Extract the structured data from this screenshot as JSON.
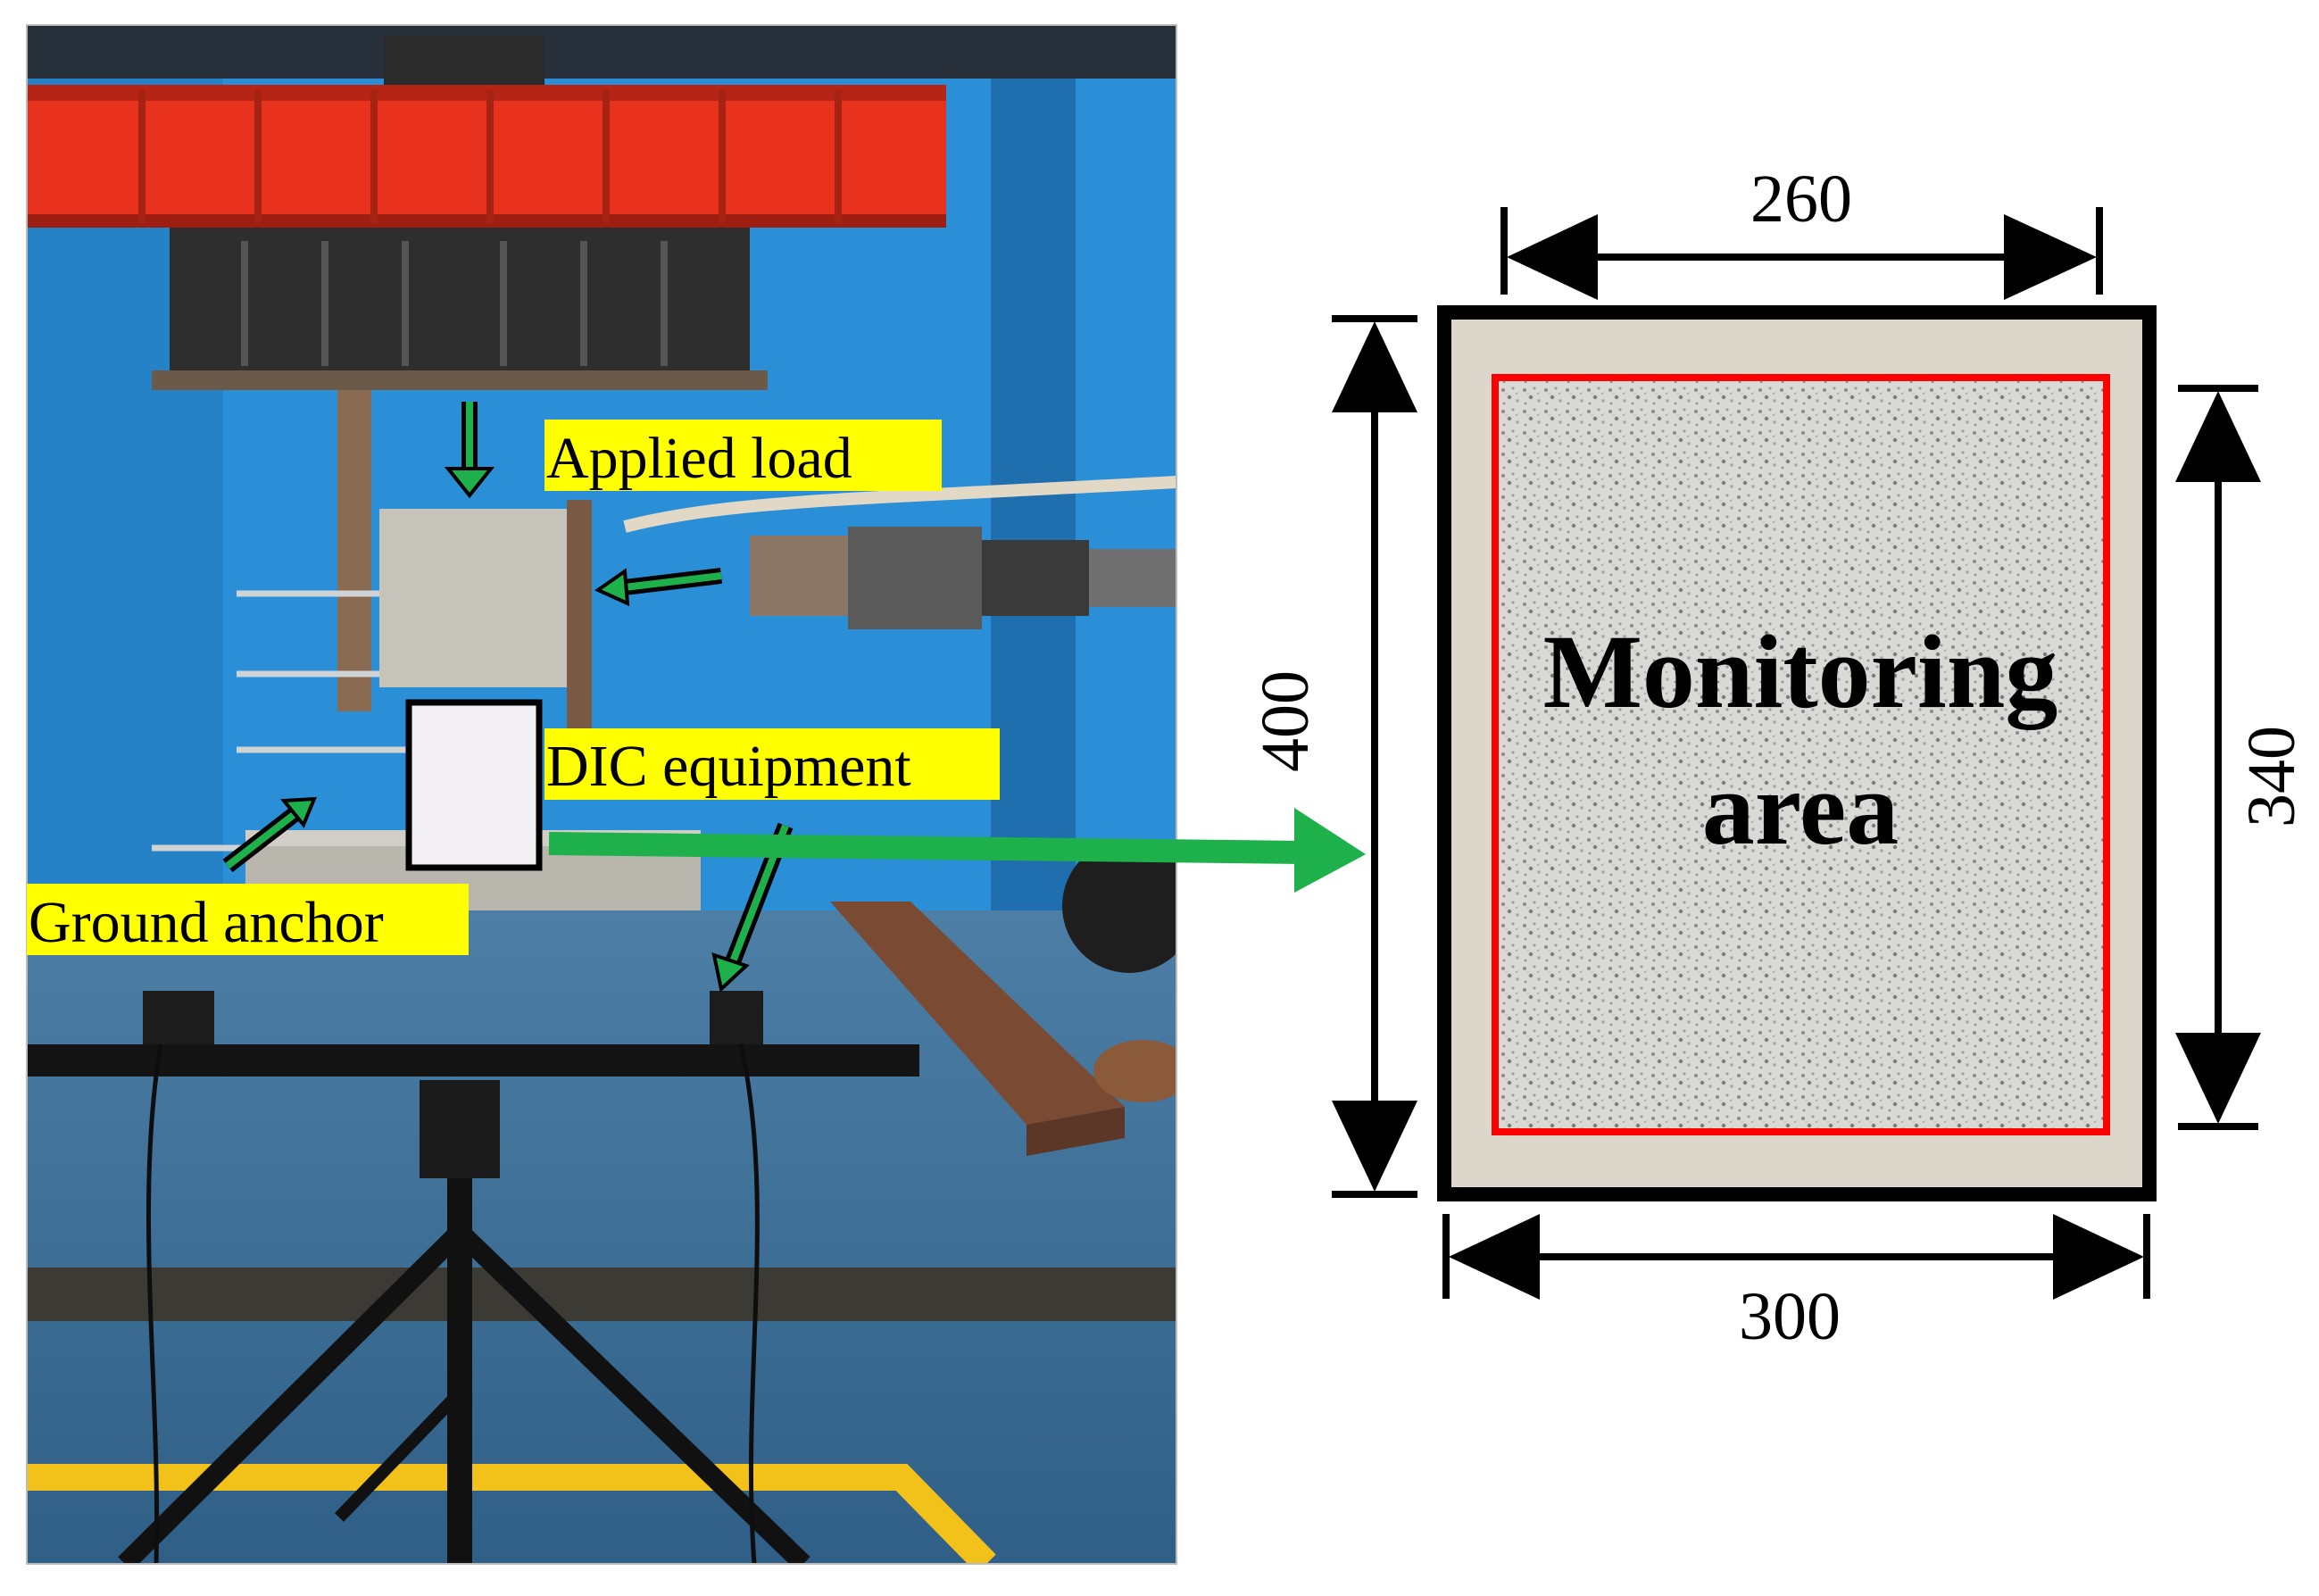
{
  "photo": {
    "callouts": {
      "applied_load": "Applied  load",
      "dic_equipment": "DIC equipment",
      "ground_anchor": "Ground anchor"
    },
    "colors": {
      "highlight": "#ffff00",
      "arrow_green": "#1db04b",
      "backdrop_blue": "#2a8fd6",
      "frame_red": "#e8321e"
    }
  },
  "specimen": {
    "monitoring_label": [
      "Monitoring",
      "area"
    ],
    "dimensions": {
      "top": "260",
      "bottom": "300",
      "left": "400",
      "right": "340"
    },
    "colors": {
      "border": "#000000",
      "monitoring_outline": "#ff0000"
    }
  }
}
